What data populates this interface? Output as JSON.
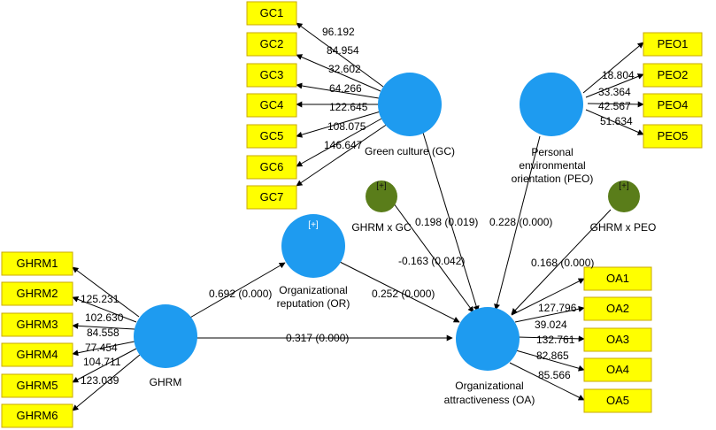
{
  "colors": {
    "indicator_fill": "#ffff00",
    "indicator_border": "#c8a800",
    "latent_fill": "#1e9bf0",
    "moderator_fill": "#5a7d1a"
  },
  "indicators": {
    "gc": [
      "GC1",
      "GC2",
      "GC3",
      "GC4",
      "GC5",
      "GC6",
      "GC7"
    ],
    "peo": [
      "PEO1",
      "PEO2",
      "PEO4",
      "PEO5"
    ],
    "ghrm": [
      "GHRM1",
      "GHRM2",
      "GHRM3",
      "GHRM4",
      "GHRM5",
      "GHRM6"
    ],
    "oa": [
      "OA1",
      "OA2",
      "OA3",
      "OA4",
      "OA5"
    ]
  },
  "loadings": {
    "gc": [
      "96.192",
      "84.954",
      "32.602",
      "64.266",
      "122.645",
      "108.075",
      "146.647"
    ],
    "peo": [
      "18.804",
      "33.364",
      "42.567",
      "51.634"
    ],
    "ghrm": [
      "125.231",
      "102.630",
      "84.558",
      "77.454",
      "104.711",
      "123.039"
    ],
    "oa": [
      "127.796",
      "39.024",
      "132.761",
      "82.865",
      "85.566"
    ]
  },
  "constructs": {
    "gc": "Green culture (GC)",
    "peo": [
      "Personal",
      "environmental",
      "orientation (PEO)"
    ],
    "or": [
      "Organizational",
      "reputation (OR)"
    ],
    "ghrm": "GHRM",
    "oa": [
      "Organizational",
      "attractiveness (OA)"
    ],
    "ghrm_x_gc": "GHRM x GC",
    "ghrm_x_peo": "GHRM x PEO",
    "expand_tag": "[+]"
  },
  "paths": {
    "gc_oa": "0.198 (0.019)",
    "peo_oa": "0.228 (0.000)",
    "ghrm_or": "0.692 (0.000)",
    "or_oa": "0.252 (0.000)",
    "ghrm_oa": "0.317 (0.000)",
    "ghrm_x_gc_oa": "-0.163 (0.042)",
    "ghrm_x_peo_oa": "0.168 (0.000)"
  }
}
